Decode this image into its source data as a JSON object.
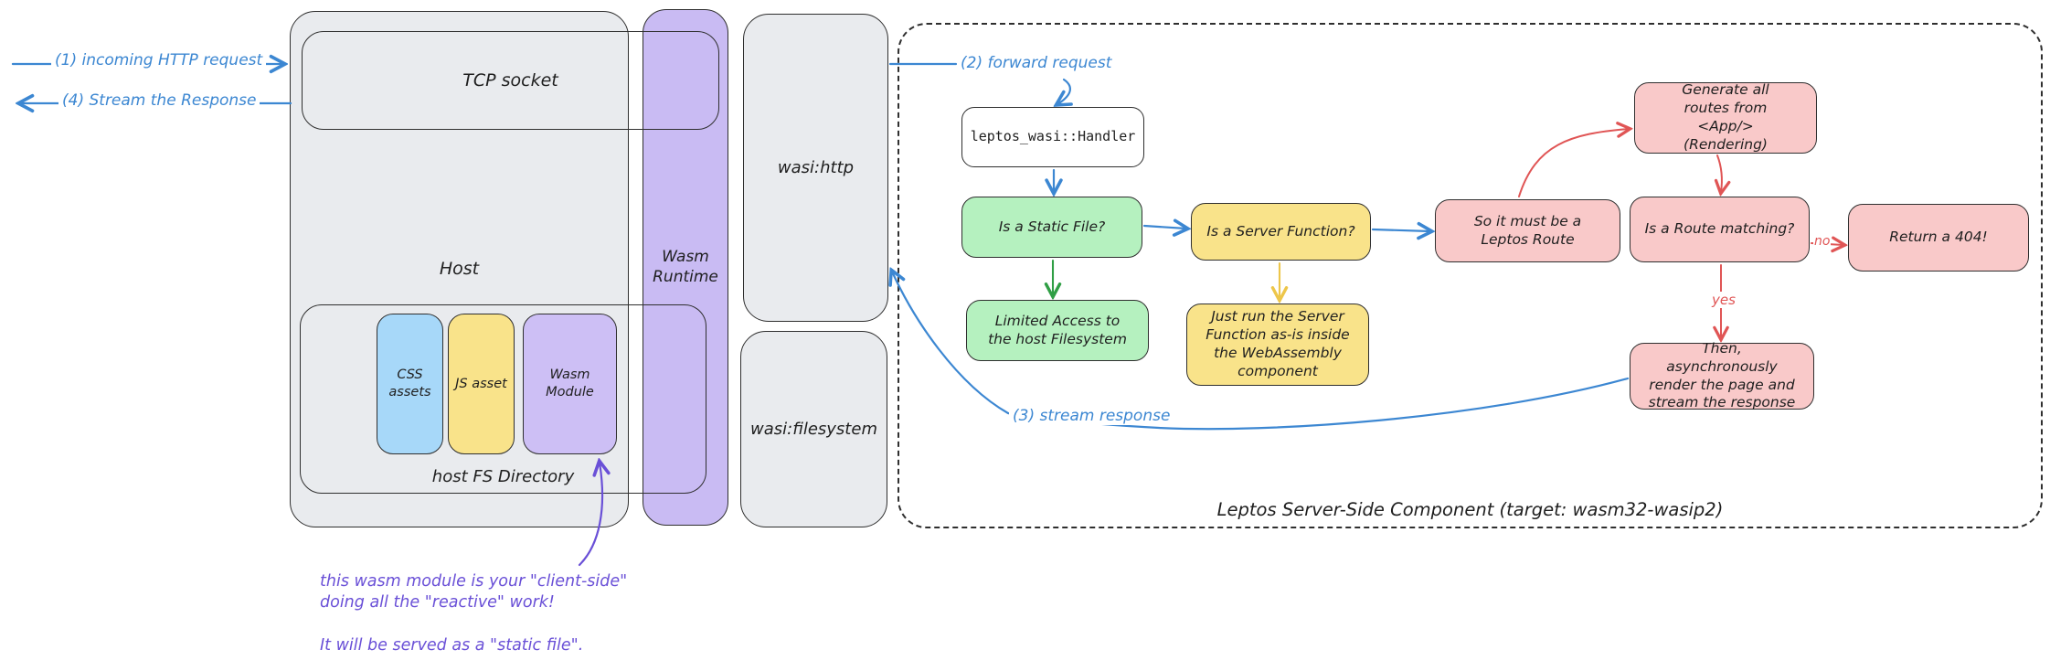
{
  "colors": {
    "blue_accent": "#3c87d2",
    "red_accent": "#e05555",
    "green_accent": "#2f9e44",
    "yellow_accent": "#edc64a",
    "purple_accent": "#6a50d7",
    "gray_fill": "#e9ebee",
    "purple_fill": "#c9bbf3",
    "blue_fill": "#a7d8f9",
    "yellow_fill": "#f9e38a",
    "green_fill": "#b5f1bf",
    "pink_fill": "#f9c9c9"
  },
  "flow_labels": {
    "incoming_request": "(1) incoming HTTP request",
    "stream_the_response": "(4) Stream the Response",
    "forward_request": "(2) forward request",
    "stream_response": "(3) stream response",
    "no": "no",
    "yes": "yes"
  },
  "host": {
    "title": "Host",
    "tcp_socket": "TCP socket",
    "fs_directory": "host FS Directory",
    "css_assets": "CSS assets",
    "js_asset": "JS asset",
    "wasm_module": "Wasm Module"
  },
  "runtime": {
    "title": "Wasm Runtime"
  },
  "wasi": {
    "http": "wasi:http",
    "filesystem": "wasi:filesystem"
  },
  "component": {
    "caption": "Leptos Server-Side Component (target: wasm32-wasip2)",
    "handler": "leptos_wasi::Handler",
    "is_static_file": "Is a Static File?",
    "limited_access": "Limited Access to the host Filesystem",
    "is_server_function": "Is a Server Function?",
    "run_server_function": "Just run the Server Function as-is inside the WebAssembly component",
    "leptos_route": "So it must be a Leptos Route",
    "generate_routes": "Generate all routes from <App/> (Rendering)",
    "is_route_matching": "Is a Route matching?",
    "return_404": "Return a 404!",
    "render_and_stream": "Then, asynchronously render the page and stream the response"
  },
  "note": {
    "line1": "this wasm module is your \"client-side\"",
    "line2": "doing all the \"reactive\" work!",
    "line3": "It will be served as a \"static file\"."
  }
}
